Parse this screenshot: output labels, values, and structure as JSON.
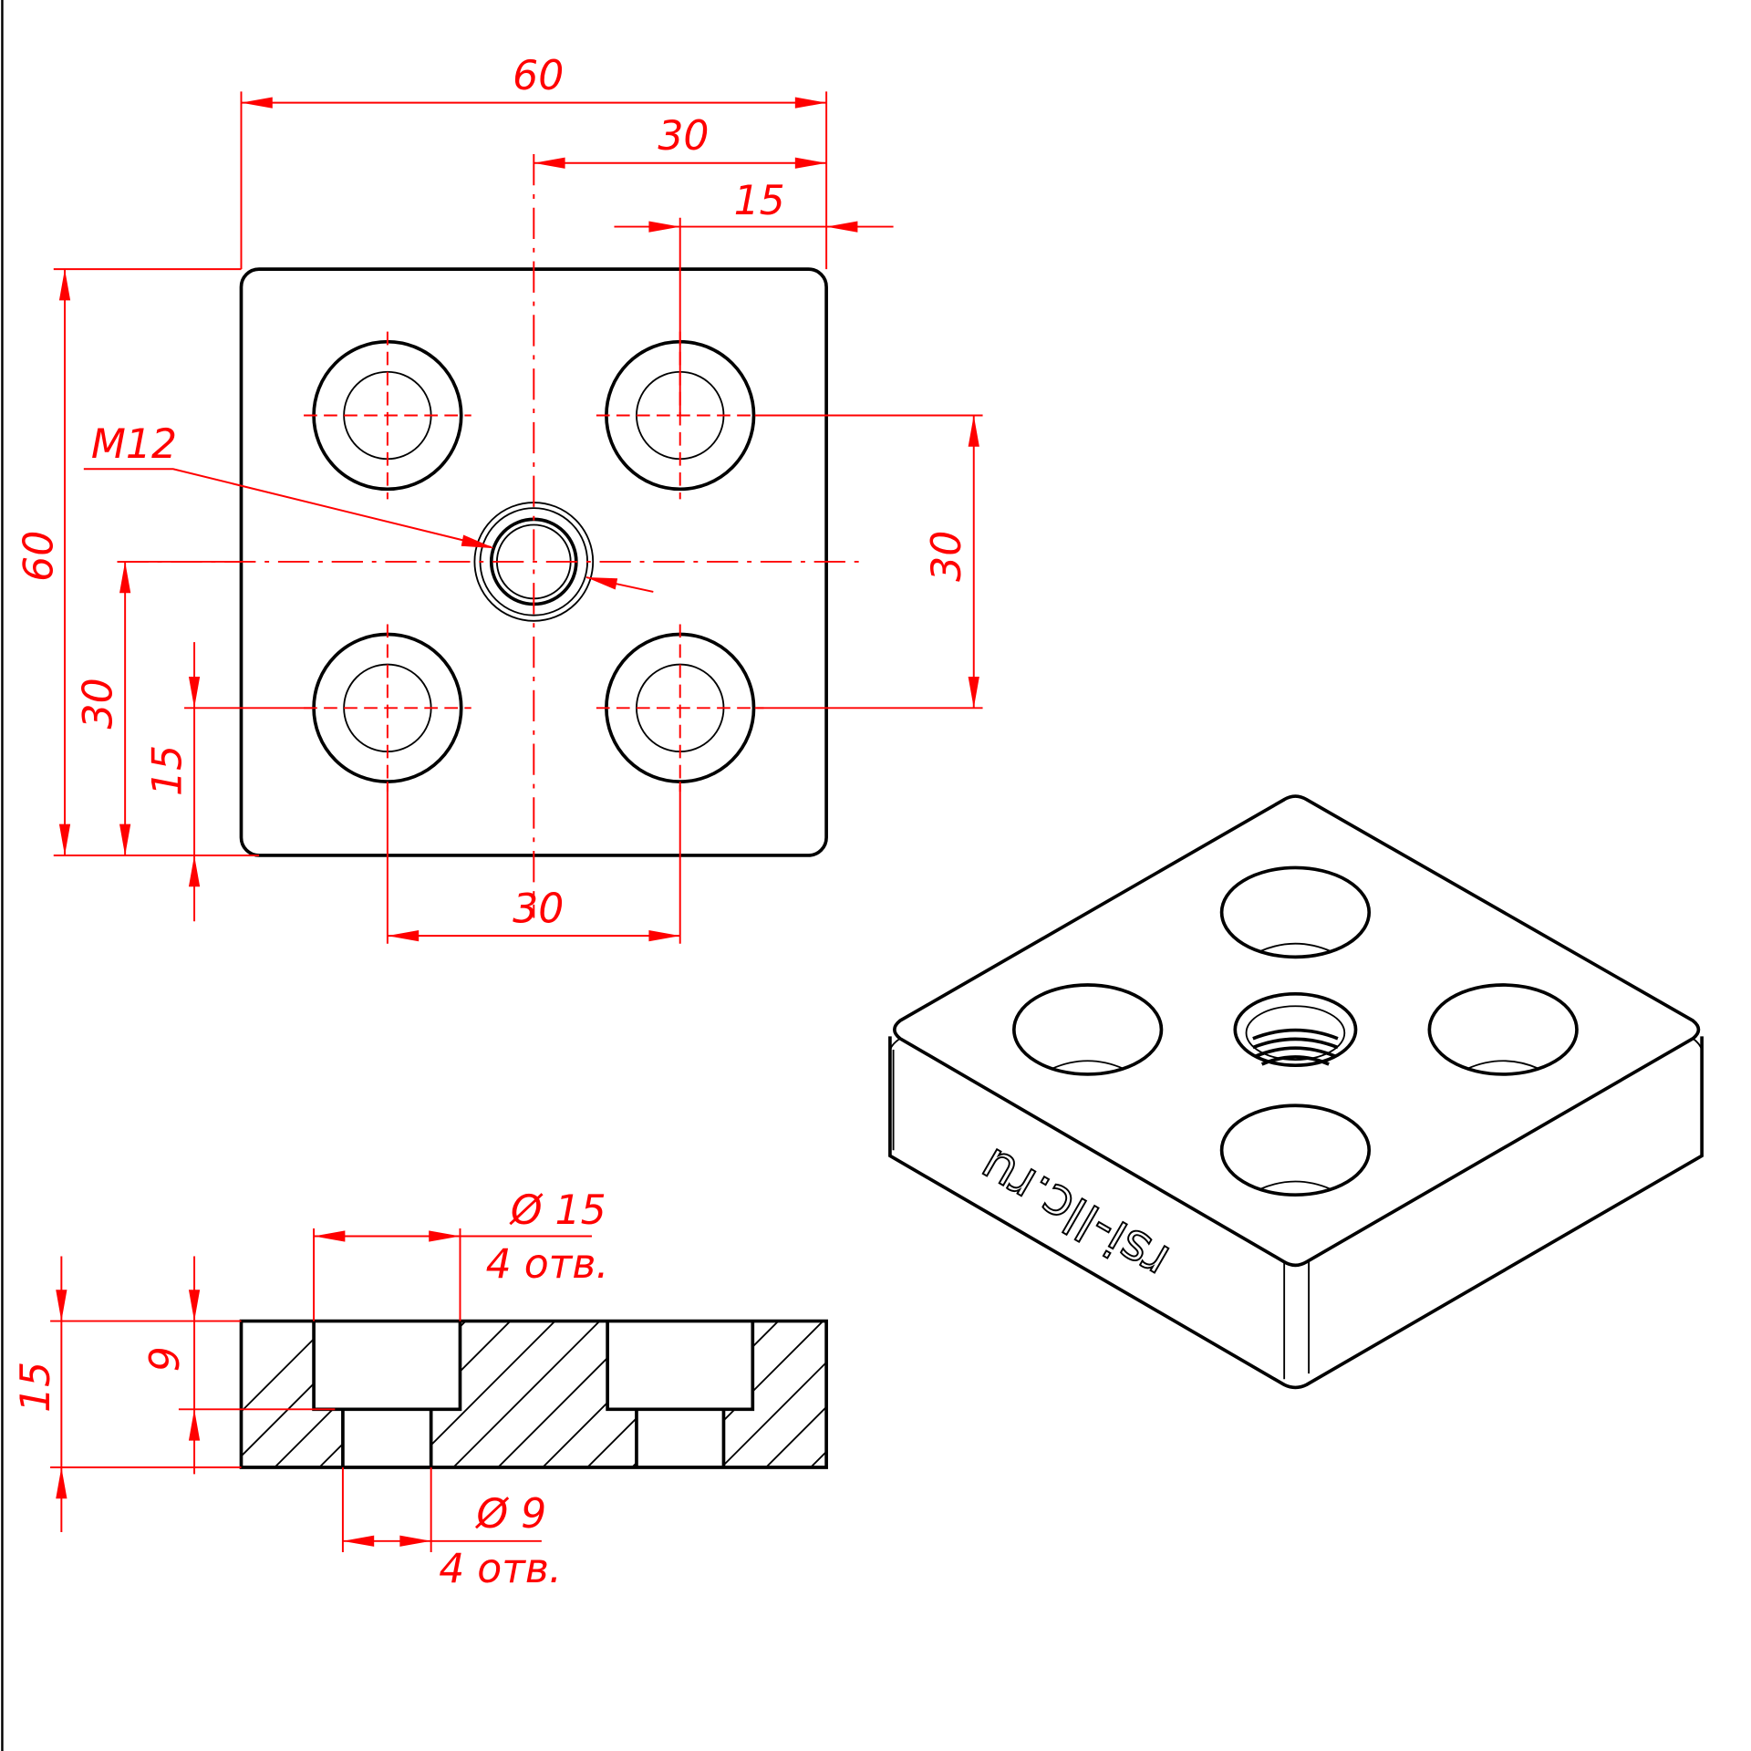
{
  "top_view": {
    "dim_width": "60",
    "dim_center_to_edge": "30",
    "dim_hole_to_edge": "15",
    "dim_height": "60",
    "dim_center_to_bottom": "30",
    "dim_hole_to_bottom": "15",
    "dim_hole_spacing_vertical": "30",
    "dim_hole_spacing_horizontal": "30",
    "thread_label": "M12"
  },
  "section_view": {
    "counterbore_dia": "Ø 15",
    "counterbore_count": "4 отв.",
    "through_hole_dia": "Ø 9",
    "through_hole_count": "4 отв.",
    "dim_thickness": "15",
    "dim_counterbore_depth": "9"
  },
  "iso_view": {
    "engraving": "rsi-llc.ru"
  },
  "colors": {
    "dimension": "#ff0000",
    "outline": "#000000"
  }
}
